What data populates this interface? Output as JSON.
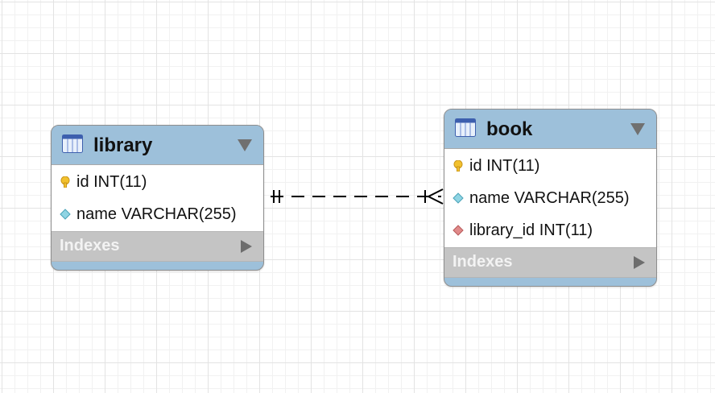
{
  "tables": [
    {
      "id": "library",
      "name": "library",
      "columns": [
        {
          "text": "id INT(11)",
          "icon": "primary-key-icon"
        },
        {
          "text": "name VARCHAR(255)",
          "icon": "column-diamond-icon"
        }
      ],
      "indexes_label": "Indexes"
    },
    {
      "id": "book",
      "name": "book",
      "columns": [
        {
          "text": "id INT(11)",
          "icon": "primary-key-icon"
        },
        {
          "text": "name VARCHAR(255)",
          "icon": "column-diamond-icon"
        },
        {
          "text": "library_id INT(11)",
          "icon": "foreign-key-diamond-icon"
        }
      ],
      "indexes_label": "Indexes"
    }
  ],
  "relationship": {
    "from": "library",
    "to": "book",
    "type": "non-identifying one-to-many",
    "style": "dashed"
  },
  "colors": {
    "header": "#9dc0da",
    "indexes_band": "#c4c4c4",
    "primary_key": "#f2c12e",
    "column_diamond": "#8fd4e3",
    "foreign_key_diamond": "#e08a8a"
  }
}
